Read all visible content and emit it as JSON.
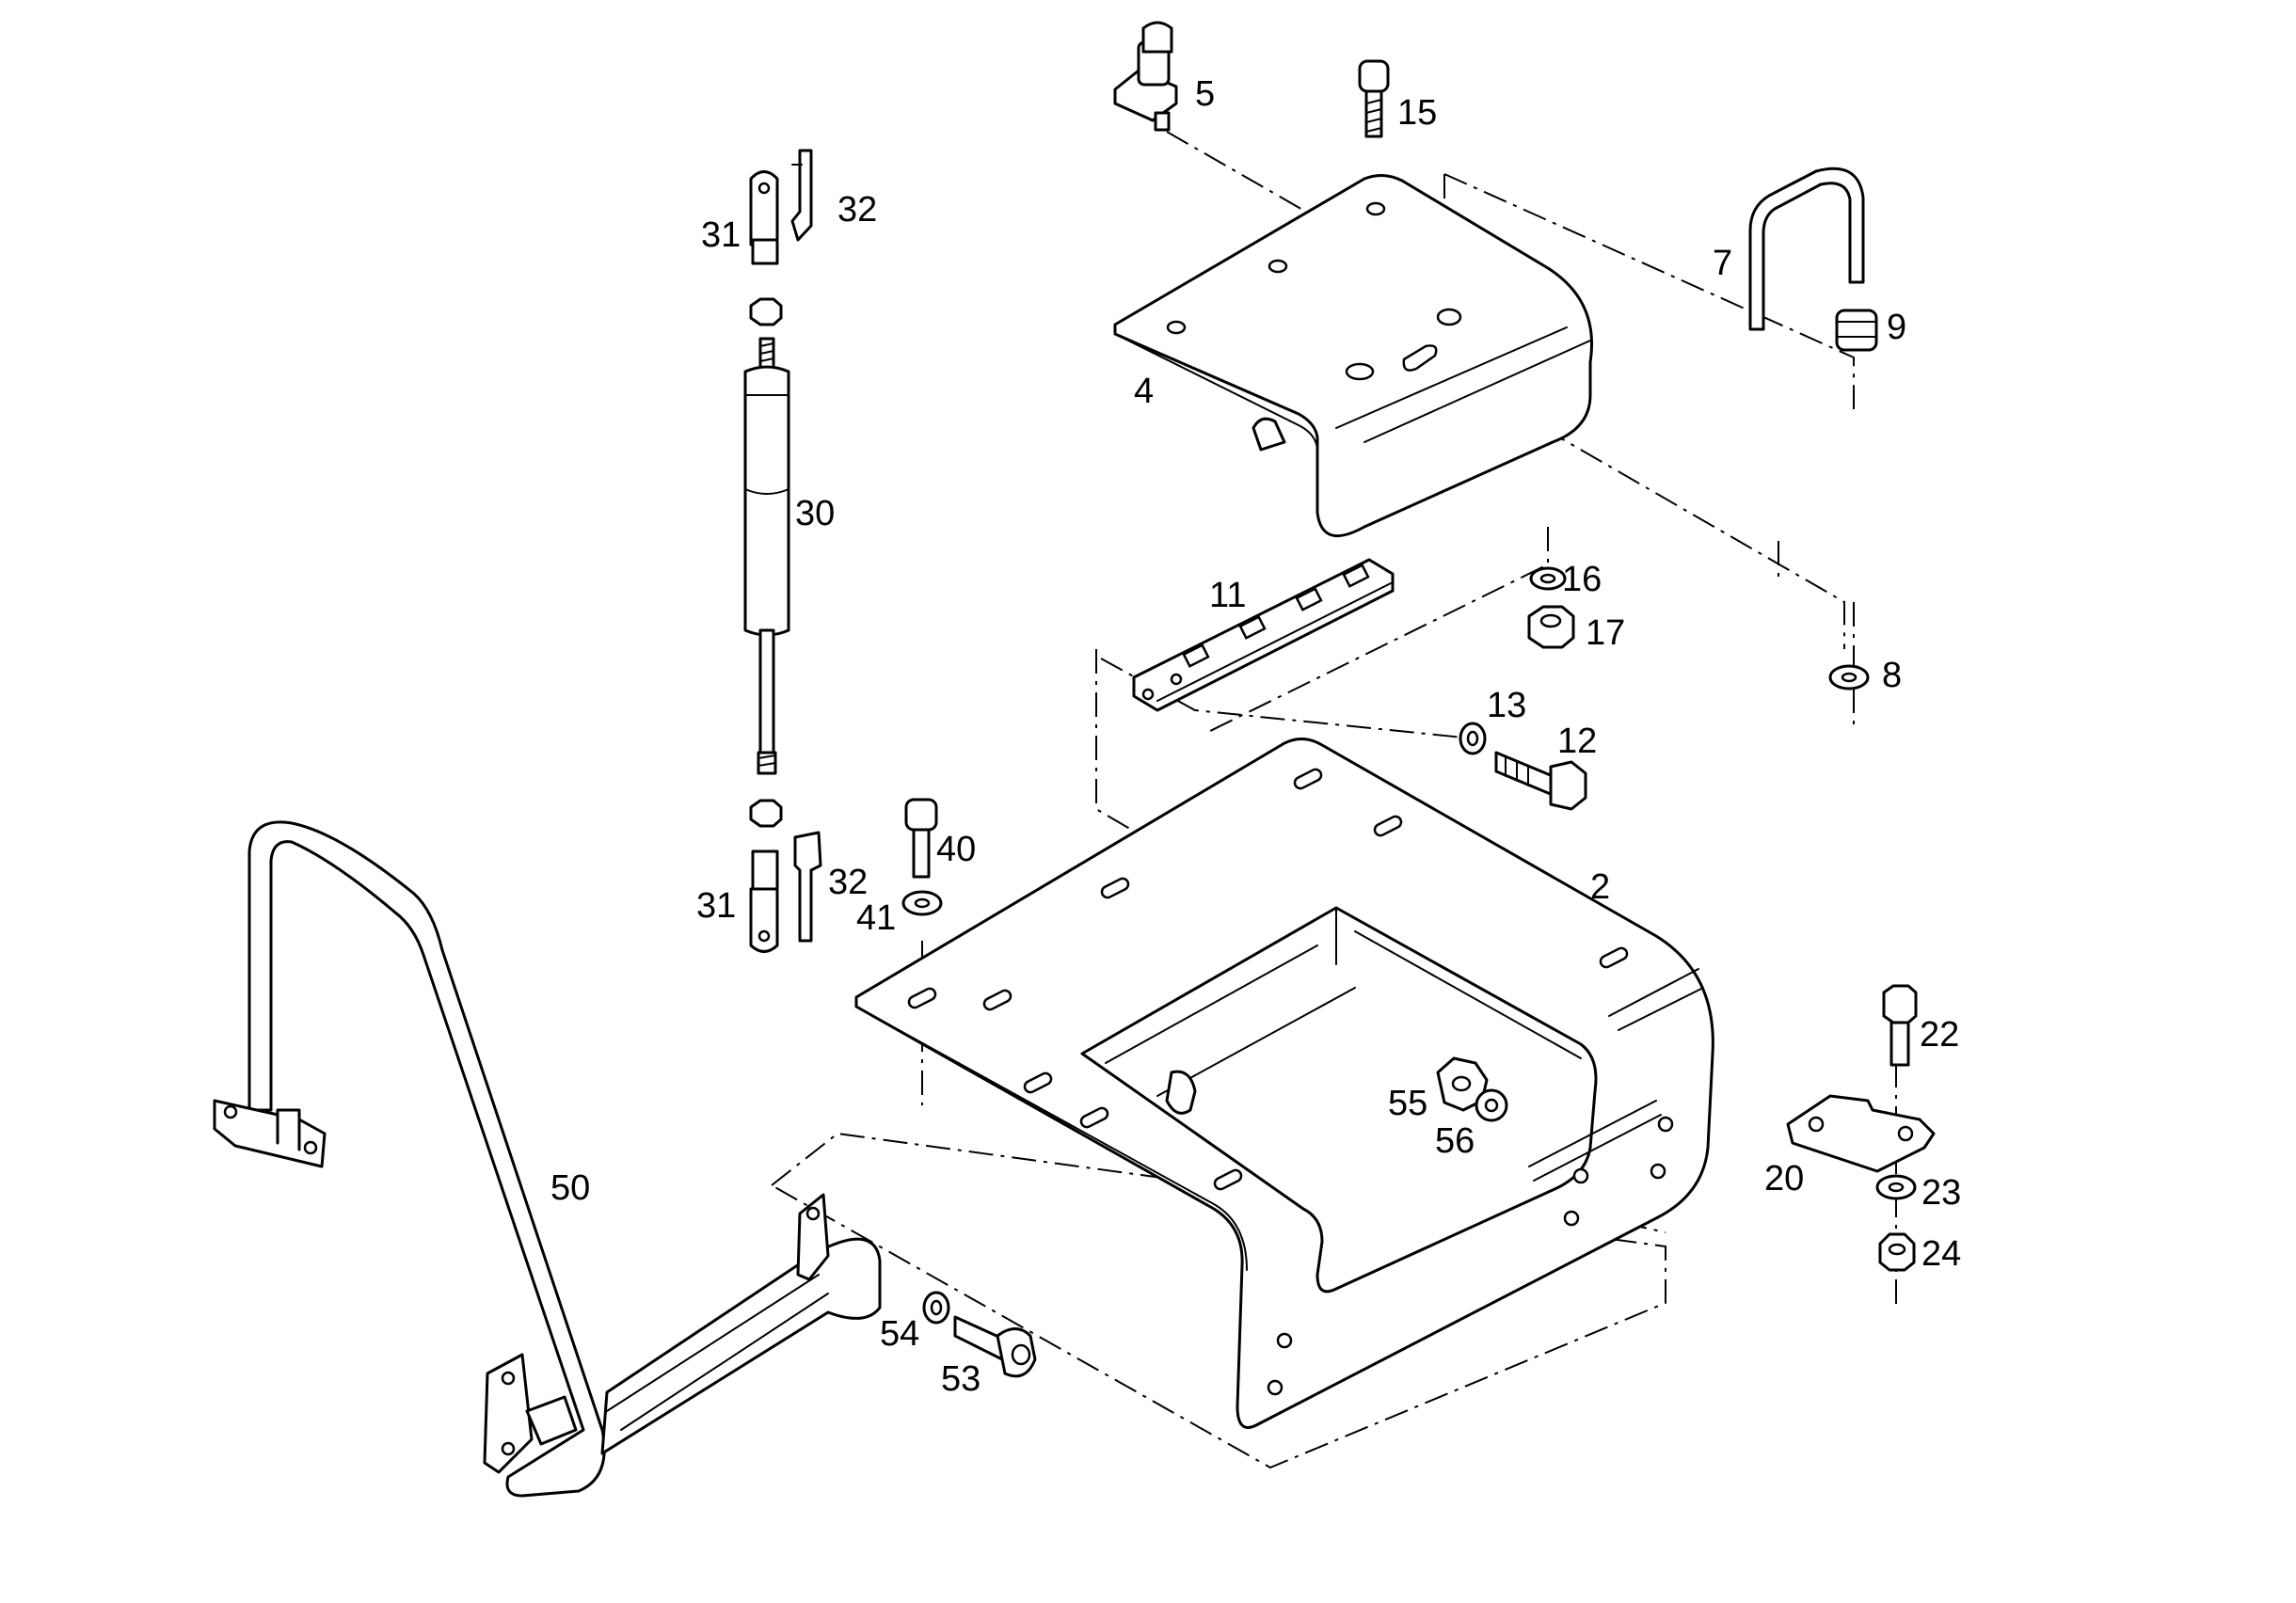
{
  "diagram": {
    "type": "exploded parts diagram",
    "callouts": [
      {
        "id": "part-2",
        "label": "2"
      },
      {
        "id": "part-4",
        "label": "4"
      },
      {
        "id": "part-5",
        "label": "5"
      },
      {
        "id": "part-7",
        "label": "7"
      },
      {
        "id": "part-8",
        "label": "8"
      },
      {
        "id": "part-9",
        "label": "9"
      },
      {
        "id": "part-11",
        "label": "11"
      },
      {
        "id": "part-12",
        "label": "12"
      },
      {
        "id": "part-13",
        "label": "13"
      },
      {
        "id": "part-15",
        "label": "15"
      },
      {
        "id": "part-16",
        "label": "16"
      },
      {
        "id": "part-17",
        "label": "17"
      },
      {
        "id": "part-20",
        "label": "20"
      },
      {
        "id": "part-22",
        "label": "22"
      },
      {
        "id": "part-23",
        "label": "23"
      },
      {
        "id": "part-24",
        "label": "24"
      },
      {
        "id": "part-30",
        "label": "30"
      },
      {
        "id": "part-31-top",
        "label": "31"
      },
      {
        "id": "part-32-top",
        "label": "32"
      },
      {
        "id": "part-31-bottom",
        "label": "31"
      },
      {
        "id": "part-32-bottom",
        "label": "32"
      },
      {
        "id": "part-40",
        "label": "40"
      },
      {
        "id": "part-41",
        "label": "41"
      },
      {
        "id": "part-50",
        "label": "50"
      },
      {
        "id": "part-53",
        "label": "53"
      },
      {
        "id": "part-54",
        "label": "54"
      },
      {
        "id": "part-55",
        "label": "55"
      },
      {
        "id": "part-56",
        "label": "56"
      }
    ]
  }
}
